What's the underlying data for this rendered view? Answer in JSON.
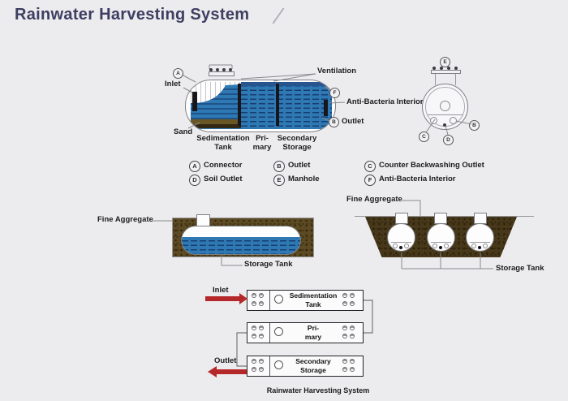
{
  "title": "Rainwater Harvesting System",
  "side_view": {
    "inlet": "Inlet",
    "ventilation": "Ventilation",
    "anti_bacteria": "Anti-Bacteria Interior",
    "outlet": "Outlet",
    "sand": "Sand",
    "sections": {
      "sedimentation_line1": "Sedimentation",
      "sedimentation_line2": "Tank",
      "primary_line1": "Pri-",
      "primary_line2": "mary",
      "secondary_line1": "Secondary",
      "secondary_line2": "Storage"
    },
    "markers": {
      "connector": "A",
      "anti_bacteria": "F",
      "outlet": "B"
    }
  },
  "cross_section": {
    "markers": {
      "manhole": "E",
      "counter_backwash": "C",
      "soil_outlet": "D",
      "outlet": "B"
    }
  },
  "legend": [
    {
      "key": "A",
      "label": "Connector"
    },
    {
      "key": "B",
      "label": "Outlet"
    },
    {
      "key": "C",
      "label": "Counter Backwashing Outlet"
    },
    {
      "key": "D",
      "label": "Soil Outlet"
    },
    {
      "key": "E",
      "label": "Manhole"
    },
    {
      "key": "F",
      "label": "Anti-Bacteria Interior"
    }
  ],
  "underground_left": {
    "fine_aggregate": "Fine Aggregate",
    "storage_tank": "Storage Tank"
  },
  "underground_right": {
    "fine_aggregate": "Fine Aggregate",
    "storage_tank": "Storage Tank"
  },
  "flow_diagram": {
    "inlet": "Inlet",
    "outlet": "Outlet",
    "boxes": [
      {
        "line1": "Sedimentation",
        "line2": "Tank"
      },
      {
        "line1": "Pri-",
        "line2": "mary"
      },
      {
        "line1": "Secondary",
        "line2": "Storage"
      }
    ],
    "caption": "Rainwater Harvesting System"
  },
  "colors": {
    "background": "#ecebed",
    "title_navy": "#3e3e62",
    "accent_red": "#b5282a",
    "water_blue": "#2e78b4",
    "wave_navy": "#173e70",
    "sand_brown": "#6a5624",
    "soil_brown": "#5c4a22"
  }
}
